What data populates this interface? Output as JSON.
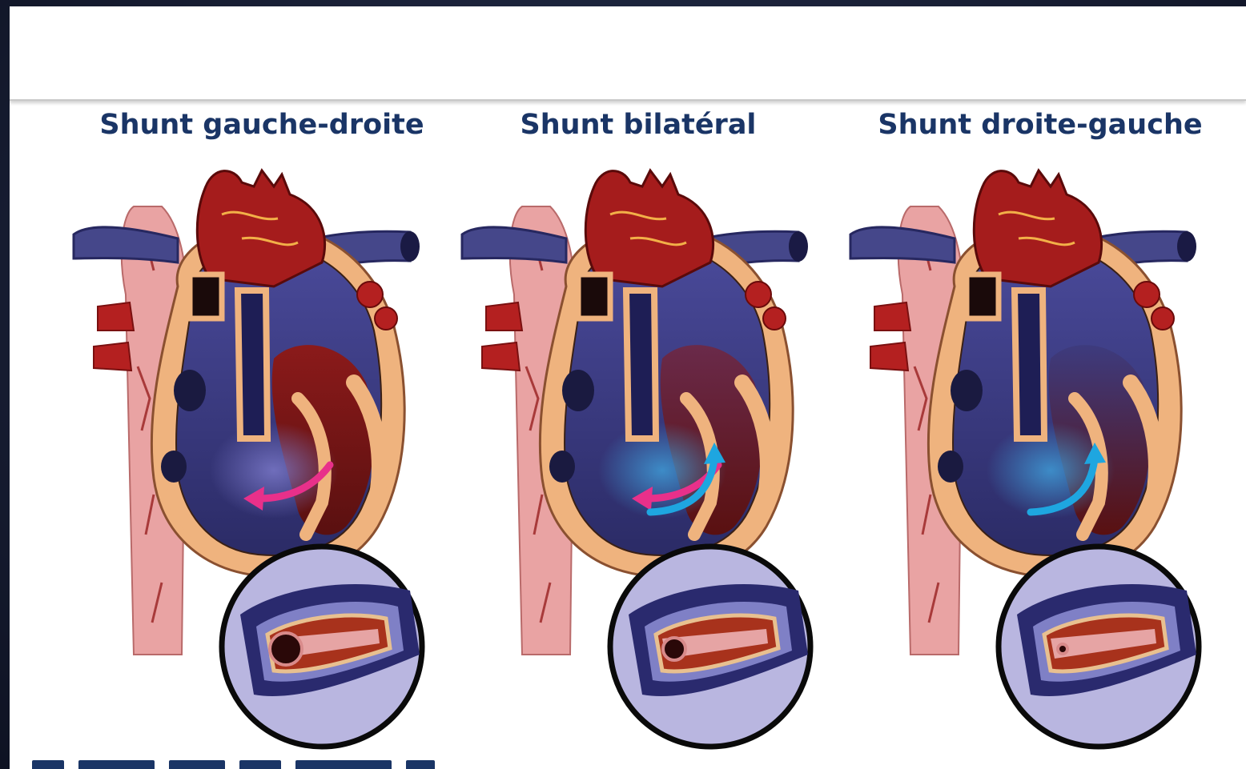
{
  "slide": {
    "panels": [
      {
        "title": "Shunt gauche-droite",
        "arrows": [
          "left-to-right"
        ]
      },
      {
        "title": "Shunt bilatéral",
        "arrows": [
          "left-to-right",
          "right-to-left"
        ]
      },
      {
        "title": "Shunt droite-gauche",
        "arrows": [
          "right-to-left"
        ]
      }
    ]
  },
  "colors": {
    "title_text": "#1a3566",
    "arrow_left_to_right": "#e8308a",
    "arrow_right_to_left": "#1ea6e0",
    "oxygenated": "#8b1a1a",
    "deoxygenated": "#33336e",
    "vessel_pink": "#e9a3a3",
    "wall_tan": "#efb37e"
  }
}
